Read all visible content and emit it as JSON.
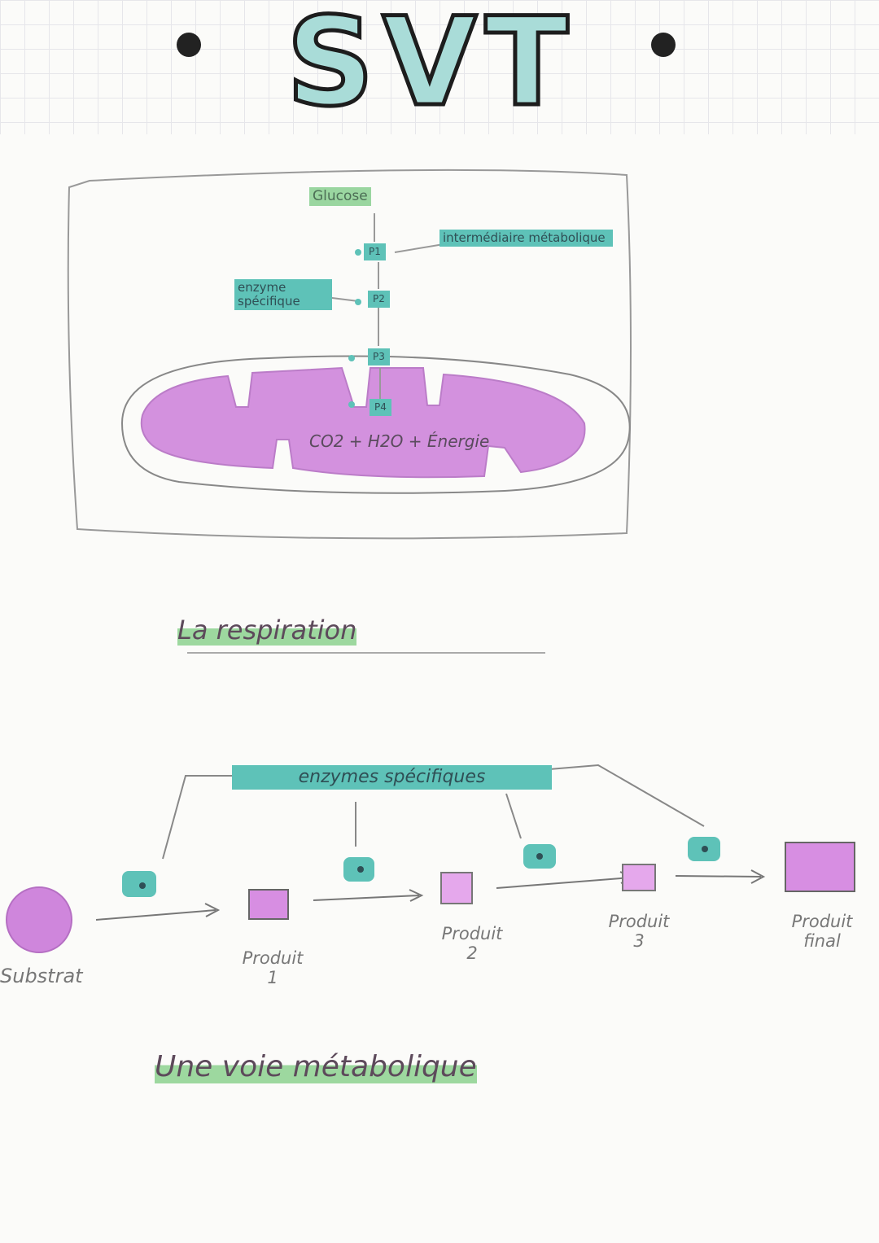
{
  "header": {
    "title": "SVT"
  },
  "respiration": {
    "glucose": "Glucose",
    "intermediate": "intermédiaire métabolique",
    "enzyme": "enzyme spécifique",
    "steps": [
      "P1",
      "P2",
      "P3",
      "P4"
    ],
    "products": "CO2 + H2O + Énergie",
    "caption": "La respiration"
  },
  "pathway": {
    "enzymes_label": "enzymes spécifiques",
    "substrate": "Substrat",
    "products": [
      {
        "label": "Produit",
        "number": "1"
      },
      {
        "label": "Produit",
        "number": "2"
      },
      {
        "label": "Produit",
        "number": "3"
      },
      {
        "label": "Produit",
        "number": "final"
      }
    ],
    "caption": "Une voie métabolique"
  },
  "colors": {
    "turquoise": "#5ec2b8",
    "violet": "#d78ee2",
    "green_highlight": "#9dd89f",
    "title_fill": "#a9dcd8"
  }
}
